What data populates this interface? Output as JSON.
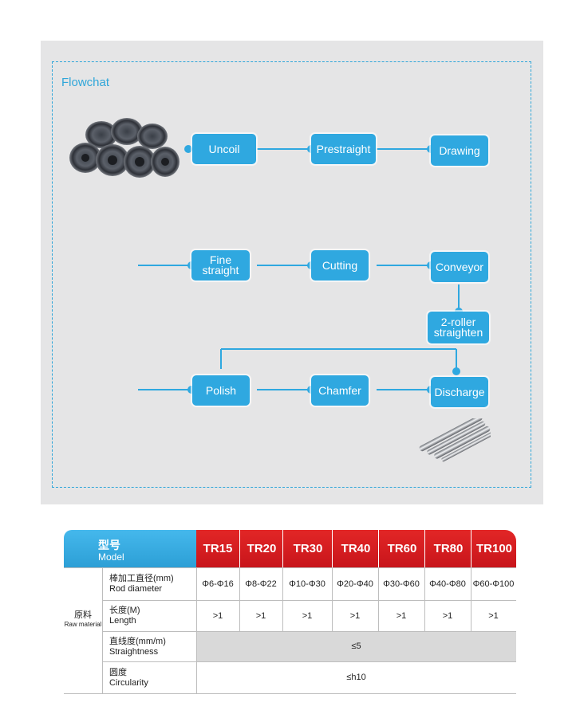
{
  "flowchart": {
    "title": "Flowchat",
    "steps": {
      "uncoil": "Uncoil",
      "prestraight": "Prestraight",
      "drawing": "Drawing",
      "fine_straight": "Fine straight",
      "cutting": "Cutting",
      "conveyor": "Conveyor",
      "roller_line1": "2-roller",
      "roller_line2": "straighten",
      "polish": "Polish",
      "chamfer": "Chamfer",
      "discharge": "Discharge"
    }
  },
  "table": {
    "header": {
      "model_cn": "型号",
      "model_en": "Model"
    },
    "models": [
      "TR15",
      "TR20",
      "TR30",
      "TR40",
      "TR60",
      "TR80",
      "TR100"
    ],
    "group": {
      "cn": "原料",
      "en": "Raw material"
    },
    "rows": [
      {
        "cn": "棒加工直径(mm)",
        "en": "Rod diameter",
        "values": [
          "Φ6-Φ16",
          "Φ8-Φ22",
          "Φ10-Φ30",
          "Φ20-Φ40",
          "Φ30-Φ60",
          "Φ40-Φ80",
          "Φ60-Φ100"
        ]
      },
      {
        "cn": "长度(M)",
        "en": "Length",
        "values": [
          ">1",
          ">1",
          ">1",
          ">1",
          ">1",
          ">1",
          ">1"
        ]
      },
      {
        "cn": "直线度(mm/m)",
        "en": "Straightness",
        "merged": "≤5"
      },
      {
        "cn": "圆度",
        "en": "Circularity",
        "merged": "≤h10"
      }
    ]
  },
  "colors": {
    "accent_blue": "#2fa8e0",
    "header_red": "#d41c22",
    "panel_gray": "#e5e5e6"
  }
}
